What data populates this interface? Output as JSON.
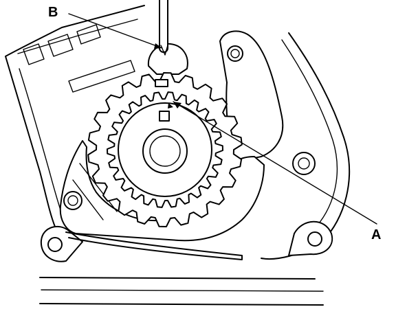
{
  "labels": {
    "callout_a": "A",
    "callout_b": "B"
  },
  "colors": {
    "line": "#000000",
    "background": "#ffffff"
  },
  "sprocket": {
    "outer_teeth": 22,
    "inner_teeth": 26
  }
}
